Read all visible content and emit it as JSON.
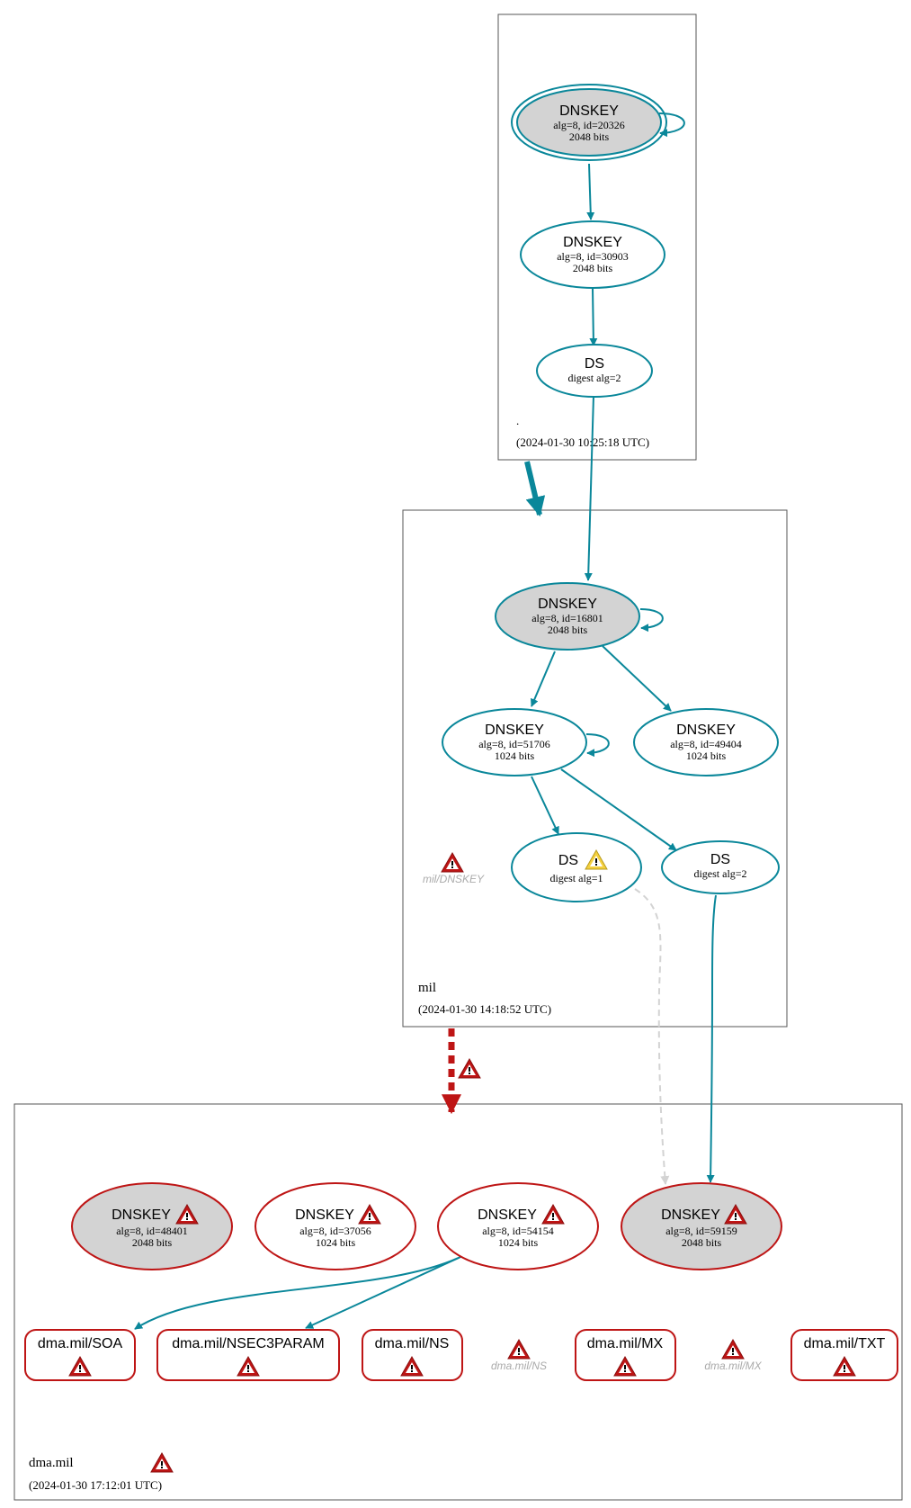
{
  "zones": {
    "root": {
      "name": ".",
      "timestamp": "(2024-01-30 10:25:18 UTC)"
    },
    "mil": {
      "name": "mil",
      "timestamp": "(2024-01-30 14:18:52 UTC)"
    },
    "dma": {
      "name": "dma.mil",
      "timestamp": "(2024-01-30 17:12:01 UTC)"
    }
  },
  "nodes": {
    "root_ksk": {
      "title": "DNSKEY",
      "line1": "alg=8, id=20326",
      "line2": "2048 bits"
    },
    "root_zsk": {
      "title": "DNSKEY",
      "line1": "alg=8, id=30903",
      "line2": "2048 bits"
    },
    "root_ds": {
      "title": "DS",
      "line1": "digest alg=2"
    },
    "mil_ksk": {
      "title": "DNSKEY",
      "line1": "alg=8, id=16801",
      "line2": "2048 bits"
    },
    "mil_zsk1": {
      "title": "DNSKEY",
      "line1": "alg=8, id=51706",
      "line2": "1024 bits"
    },
    "mil_zsk2": {
      "title": "DNSKEY",
      "line1": "alg=8, id=49404",
      "line2": "1024 bits"
    },
    "mil_ds1": {
      "title": "DS",
      "line1": "digest alg=1"
    },
    "mil_ds2": {
      "title": "DS",
      "line1": "digest alg=2"
    },
    "mil_dnskey_err": {
      "label": "mil/DNSKEY"
    },
    "dma_k1": {
      "title": "DNSKEY",
      "line1": "alg=8, id=48401",
      "line2": "2048 bits"
    },
    "dma_k2": {
      "title": "DNSKEY",
      "line1": "alg=8, id=37056",
      "line2": "1024 bits"
    },
    "dma_k3": {
      "title": "DNSKEY",
      "line1": "alg=8, id=54154",
      "line2": "1024 bits"
    },
    "dma_k4": {
      "title": "DNSKEY",
      "line1": "alg=8, id=59159",
      "line2": "2048 bits"
    },
    "rr_soa": {
      "label": "dma.mil/SOA"
    },
    "rr_nsec3param": {
      "label": "dma.mil/NSEC3PARAM"
    },
    "rr_ns": {
      "label": "dma.mil/NS"
    },
    "rr_ns_err": {
      "label": "dma.mil/NS"
    },
    "rr_mx": {
      "label": "dma.mil/MX"
    },
    "rr_mx_err": {
      "label": "dma.mil/MX"
    },
    "rr_txt": {
      "label": "dma.mil/TXT"
    }
  },
  "colors": {
    "secure": "#0a879a",
    "bogus": "#be1515",
    "ksk_fill": "#d3d3d3",
    "insecure_link": "#d3d3d3",
    "zone_border": "#555555",
    "error_icon": "#be1515",
    "warning_icon": "#f4d03f"
  }
}
